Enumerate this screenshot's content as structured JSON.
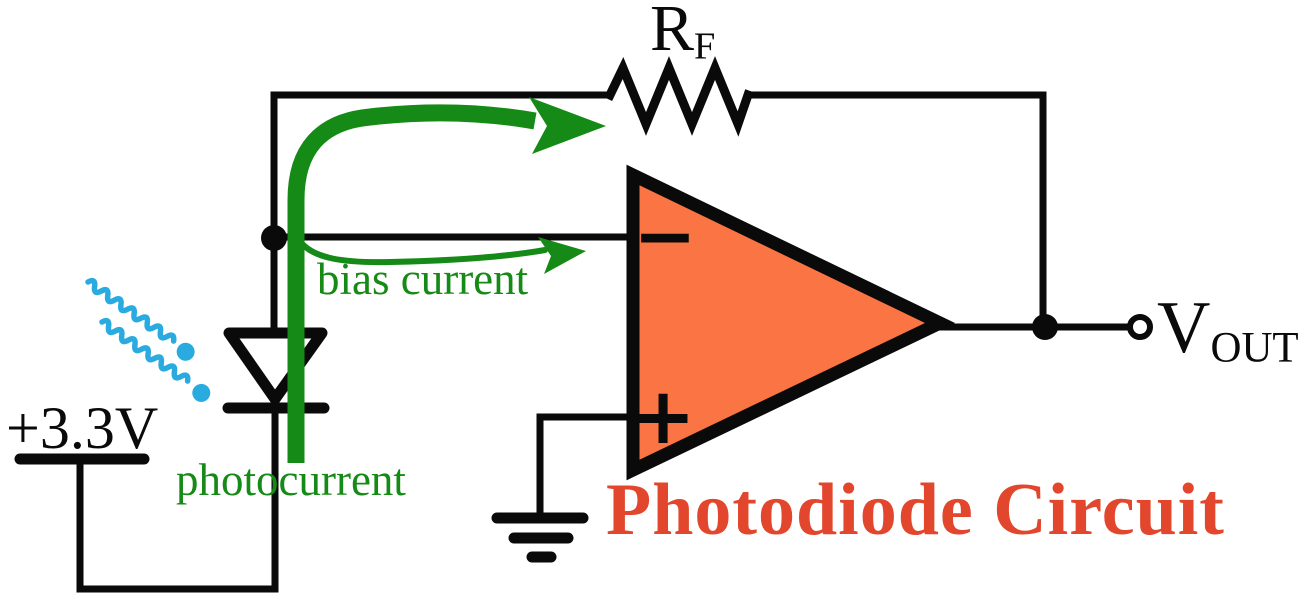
{
  "diagram": {
    "title": "Photodiode Circuit",
    "labels": {
      "supply": "+3.3V",
      "bias_current": "bias current",
      "photocurrent": "photocurrent",
      "resistor_main": "R",
      "resistor_sub": "F",
      "output_main": "V",
      "output_sub": "OUT",
      "opamp_minus": "−",
      "opamp_plus": "+"
    },
    "colors": {
      "ink": "#0a0a0a",
      "green": "#168a16",
      "cyan": "#29abdf",
      "orange": "#fb7443",
      "red": "#e2462c",
      "bg": "#ffffff"
    },
    "components": [
      "supply-rail",
      "photodiode",
      "photon-rays",
      "feedback-resistor",
      "op-amp",
      "ground",
      "output-terminal",
      "photocurrent-arrow",
      "bias-current-arrow"
    ]
  }
}
